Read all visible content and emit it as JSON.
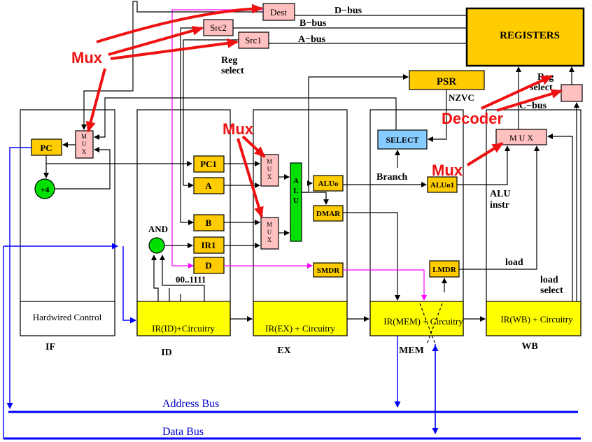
{
  "labels": {
    "dest": "Dest",
    "src2": "Src2",
    "src1": "Src1",
    "d_bus": "D−bus",
    "b_bus": "B−bus",
    "a_bus": "A−bus",
    "registers": "REGISTERS",
    "reg_select_top_1": "Reg",
    "reg_select_top_2": "select",
    "reg_select_right_1": "Reg",
    "reg_select_right_2": "select",
    "psr": "PSR",
    "nzvc": "NZVC",
    "c_bus": "C−bus",
    "pc": "PC",
    "plus4": "+4",
    "mux_if": "M U X",
    "pc1": "PC1",
    "a": "A",
    "b": "B",
    "ir1": "IR1",
    "d": "D",
    "and": "AND",
    "bits": "00..1111",
    "mux_ex1": "M U X",
    "mux_ex2": "M U X",
    "alu": "A L U",
    "aluo": "ALUo",
    "dmar": "DMAR",
    "smdr": "SMDR",
    "select": "SELECT",
    "branch": "Branch",
    "aluo1": "ALUo1",
    "lmdr": "LMDR",
    "mux_wb": "M U X",
    "alu_instr_1": "ALU",
    "alu_instr_2": "instr",
    "load": "load",
    "load_select_1": "load",
    "load_select_2": "select",
    "hardwired_control": "Hardwired Control",
    "ir_id": "IR(ID)+Circuitry",
    "ir_ex": "IR(EX) + Circuitry",
    "ir_mem": "IR(MEM) + Circuitry",
    "ir_wb": "IR(WB) + Circuitry",
    "stage_if": "IF",
    "stage_id": "ID",
    "stage_ex": "EX",
    "stage_mem": "MEM",
    "stage_wb": "WB",
    "address_bus": "Address Bus",
    "data_bus": "Data Bus"
  },
  "annotations": {
    "mux_1": "Mux",
    "mux_2": "Mux",
    "mux_3": "Mux",
    "decoder": "Decoder"
  },
  "colors": {
    "annotation": "#ee1111",
    "register_fill": "#ffcc00",
    "circuitry_fill": "#ffff00",
    "mux_fill": "#ffc0c0",
    "alu_fill": "#00e000",
    "select_fill": "#88ccff",
    "bus_blue": "#0000ff",
    "control_magenta": "#ff00ff"
  }
}
